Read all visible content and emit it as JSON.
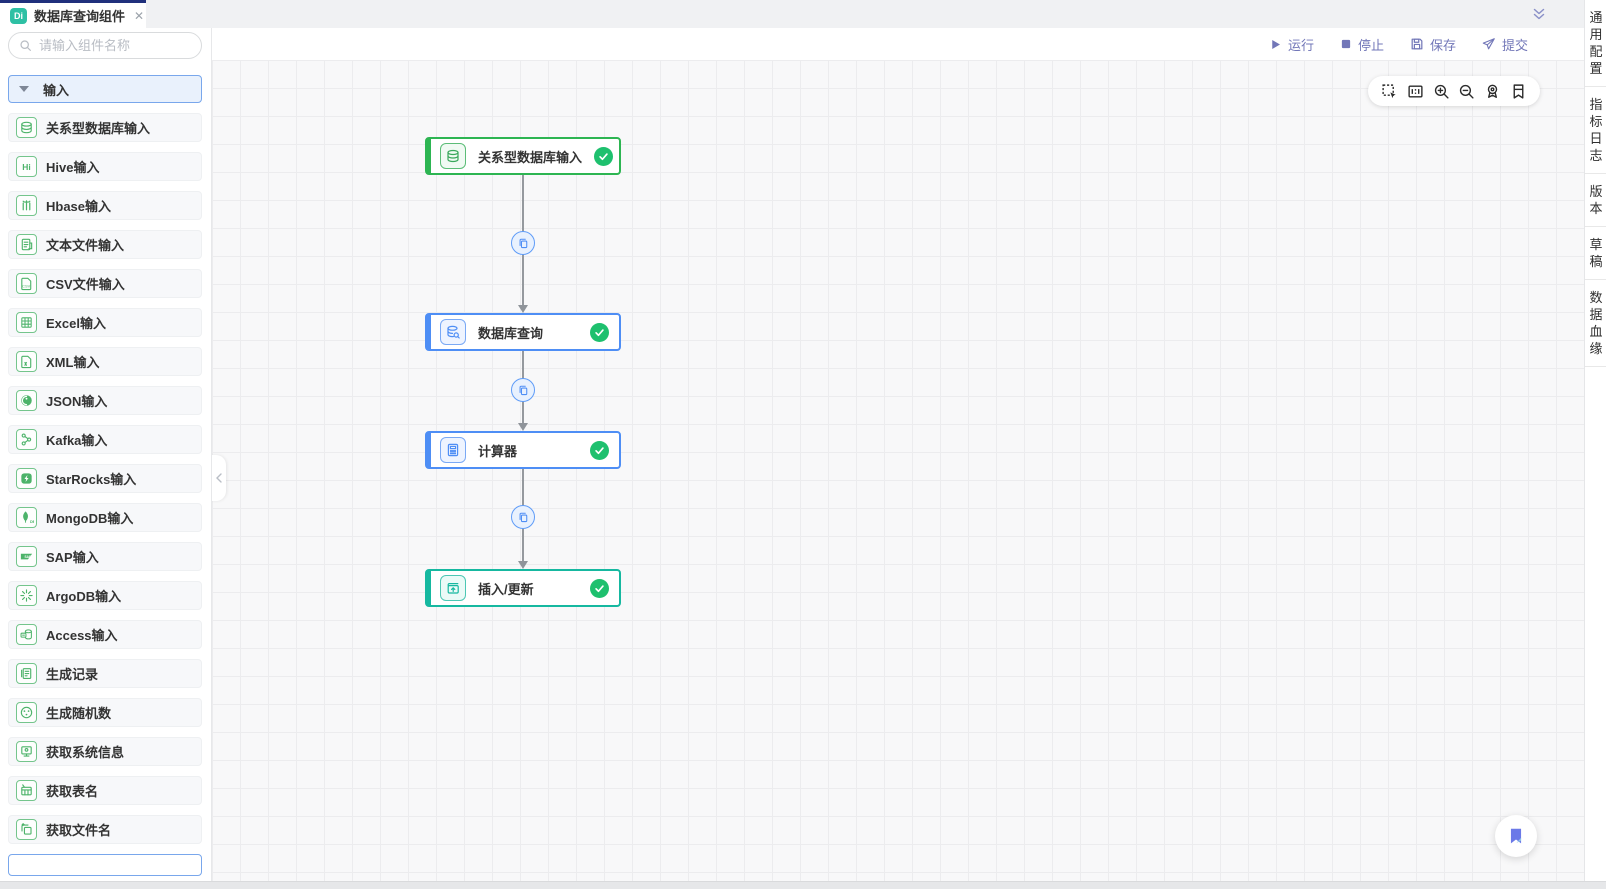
{
  "tab_bar": {
    "active_tab": {
      "badge": "Di",
      "title": "数据库查询组件",
      "close": "✕"
    }
  },
  "toolbar": {
    "run_label": "运行",
    "stop_label": "停止",
    "save_label": "保存",
    "submit_label": "提交"
  },
  "sidebar": {
    "search_placeholder": "请输入组件名称",
    "section": {
      "label": "输入",
      "expanded": true
    },
    "items": [
      {
        "label": "关系型数据库输入",
        "icon": "database-icon"
      },
      {
        "label": "Hive输入",
        "icon": "hive-icon"
      },
      {
        "label": "Hbase输入",
        "icon": "hbase-icon"
      },
      {
        "label": "文本文件输入",
        "icon": "text-file-icon"
      },
      {
        "label": "CSV文件输入",
        "icon": "csv-file-icon"
      },
      {
        "label": "Excel输入",
        "icon": "excel-icon"
      },
      {
        "label": "XML输入",
        "icon": "xml-file-icon"
      },
      {
        "label": "JSON输入",
        "icon": "json-icon"
      },
      {
        "label": "Kafka输入",
        "icon": "kafka-icon"
      },
      {
        "label": "StarRocks输入",
        "icon": "starrocks-icon"
      },
      {
        "label": "MongoDB输入",
        "icon": "mongodb-icon"
      },
      {
        "label": "SAP输入",
        "icon": "sap-icon"
      },
      {
        "label": "ArgoDB输入",
        "icon": "argodb-icon"
      },
      {
        "label": "Access输入",
        "icon": "access-icon"
      },
      {
        "label": "生成记录",
        "icon": "generate-records-icon"
      },
      {
        "label": "生成随机数",
        "icon": "generate-random-icon"
      },
      {
        "label": "获取系统信息",
        "icon": "system-info-icon"
      },
      {
        "label": "获取表名",
        "icon": "table-name-icon"
      },
      {
        "label": "获取文件名",
        "icon": "file-name-icon"
      }
    ]
  },
  "canvas": {
    "toolbar_icons": [
      "marquee-select",
      "minimap",
      "zoom-in",
      "zoom-out",
      "locate-medal",
      "bookmark"
    ],
    "nodes": [
      {
        "label": "关系型数据库输入",
        "accent": "#2db552",
        "icon": "database-icon",
        "status": "success"
      },
      {
        "label": "数据库查询",
        "accent": "#4e8ef5",
        "icon": "database-search-icon",
        "status": "success"
      },
      {
        "label": "计算器",
        "accent": "#4e8ef5",
        "icon": "calculator-icon",
        "status": "success"
      },
      {
        "label": "插入/更新",
        "accent": "#16b8a0",
        "icon": "insert-update-icon",
        "status": "success"
      }
    ],
    "edges": [
      {
        "from": "关系型数据库输入",
        "to": "数据库查询",
        "badge": "copy"
      },
      {
        "from": "数据库查询",
        "to": "计算器",
        "badge": "copy"
      },
      {
        "from": "计算器",
        "to": "插入/更新",
        "badge": "copy"
      }
    ]
  },
  "right_panel": {
    "items": [
      "通用配置",
      "指标日志",
      "版本",
      "草稿",
      "数据血缘"
    ]
  },
  "colors": {
    "tab_accent": "#20307c",
    "badge_teal": "#2ec0a4",
    "toolbar_purple": "#7277b8",
    "node_green": "#2db552",
    "node_blue": "#4e8ef5",
    "node_teal": "#16b8a0",
    "check_green": "#1ec06e",
    "edge_gray": "#95999e",
    "section_blue": "#79a7ec",
    "icon_green": "#4db36a",
    "feedback_purple": "#6b79e8"
  }
}
